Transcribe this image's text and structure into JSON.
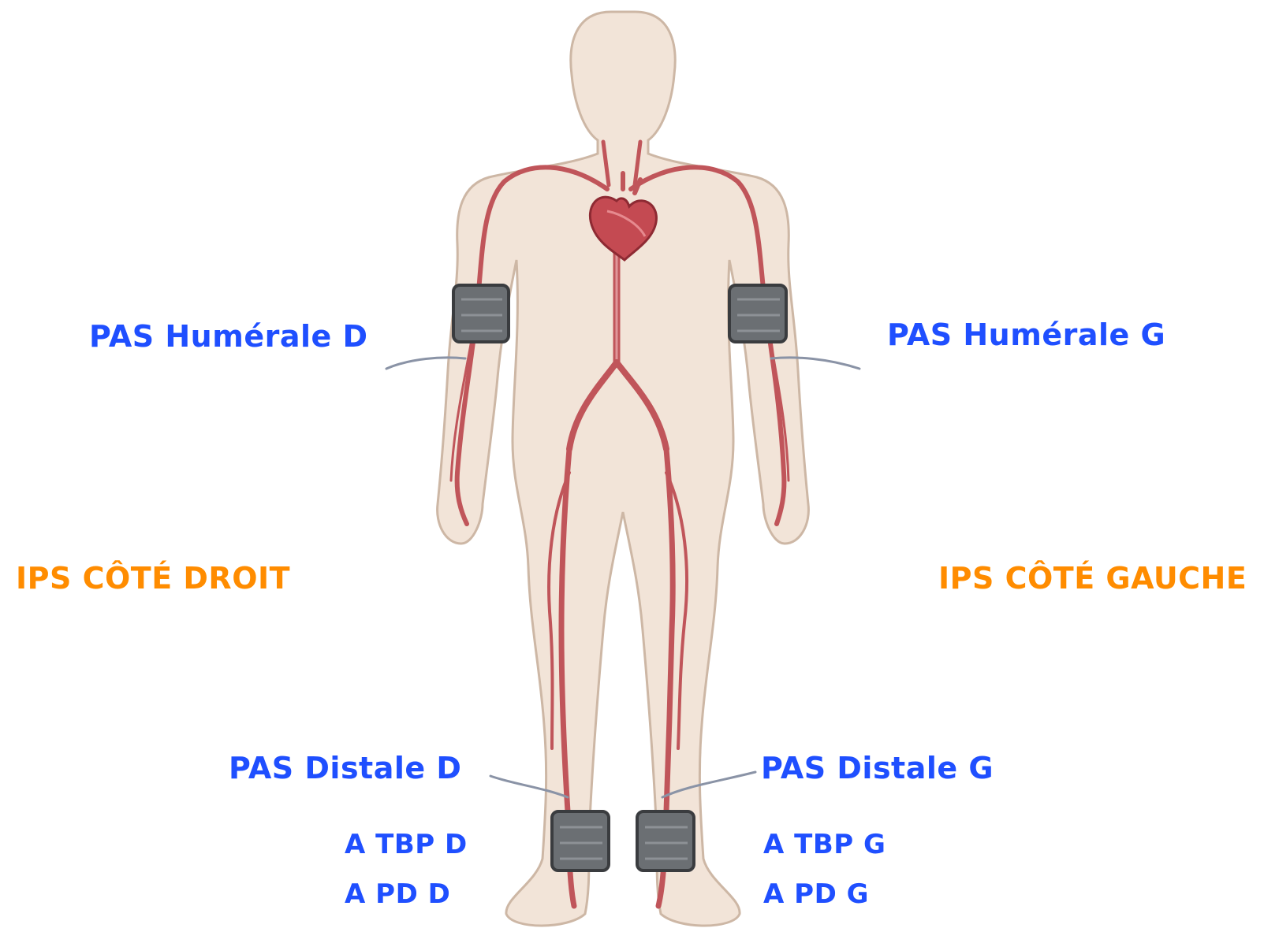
{
  "labels": {
    "pas_humerale_d": "PAS Humérale D",
    "pas_humerale_g": "PAS Humérale G",
    "ips_cote_droit": "IPS CÔTÉ DROIT",
    "ips_cote_gauche": "IPS CÔTÉ GAUCHE",
    "pas_distale_d": "PAS Distale D",
    "pas_distale_g": "PAS Distale G",
    "a_tbp_d": "A TBP D",
    "a_tbp_g": "A TBP G",
    "a_pd_d": "A PD D",
    "a_pd_g": "A PD G"
  },
  "colors": {
    "body_skin": "#f2e4d8",
    "body_outline": "#cdb7a5",
    "artery": "#c0555a",
    "artery_light": "#e0969a",
    "heart": "#c44a52",
    "cuff": "#6b6f73",
    "cuff_dark": "#3a3c3f",
    "tube": "#8a93a6",
    "label_blue": "#1f4fff",
    "label_orange": "#ff8c00"
  }
}
